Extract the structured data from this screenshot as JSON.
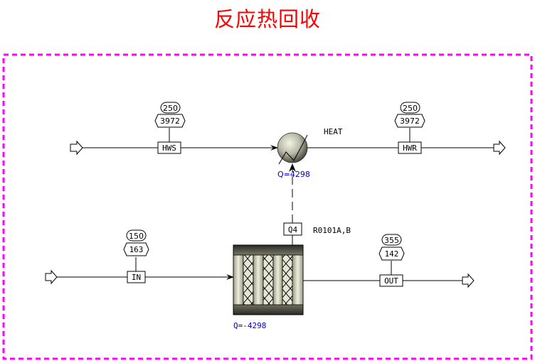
{
  "title": "反应热回收",
  "colors": {
    "title": "#ff0000",
    "border": "#ff00ff",
    "duty_text": "#0000cc",
    "line": "#000000"
  },
  "streams": {
    "hws": {
      "label": "HWS",
      "temperature": "250",
      "flow": "3972"
    },
    "hwr": {
      "label": "HWR",
      "temperature": "250",
      "flow": "3972"
    },
    "in": {
      "label": "IN",
      "temperature": "150",
      "flow": "163"
    },
    "out": {
      "label": "OUT",
      "temperature": "355",
      "flow": "142"
    },
    "q4": {
      "label": "Q4"
    }
  },
  "blocks": {
    "heater": {
      "name": "HEAT",
      "duty": "Q=4298",
      "icon": "heater-icon"
    },
    "reactor": {
      "name": "R0101A,B",
      "duty": "Q=-4298",
      "icon": "reactor-icon"
    }
  }
}
